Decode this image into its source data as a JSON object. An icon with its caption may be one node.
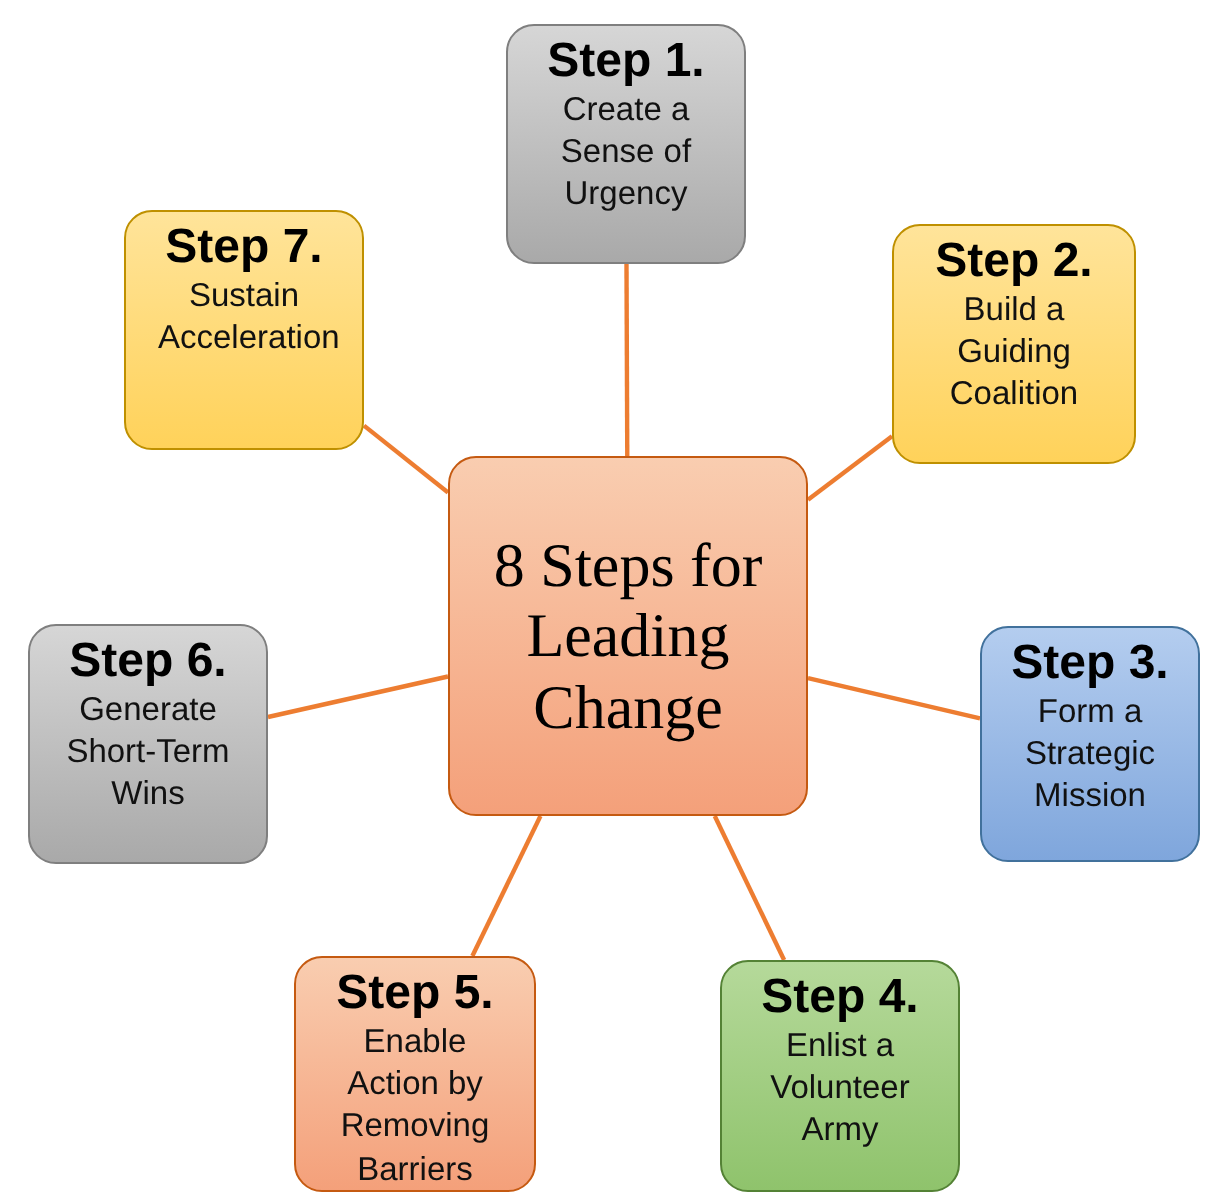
{
  "diagram": {
    "nodes": [
      {
        "text": [
          "8 Steps for Leading Change"
        ]
      },
      {
        "text": [
          "Step 1.",
          "Create a Sense of Urgency"
        ]
      },
      {
        "text": [
          "Step 2.",
          "Build a Guiding Coalition"
        ]
      },
      {
        "text": [
          "Step 3.",
          "Form a Strategic Mission"
        ]
      },
      {
        "text": [
          "Step 4.",
          "Enlist a Volunteer Army"
        ]
      },
      {
        "text": [
          "Step 5.",
          "Enable Action by Removing Barriers"
        ]
      },
      {
        "text": [
          "Step 6.",
          "Generate Short-Term Wins"
        ]
      },
      {
        "text": [
          "Step 7.",
          "Sustain Acceleration"
        ]
      }
    ],
    "edges": [
      {
        "from": 0,
        "to": 1,
        "arrow": "none"
      },
      {
        "from": 0,
        "to": 2,
        "arrow": "none"
      },
      {
        "from": 0,
        "to": 3,
        "arrow": "none"
      },
      {
        "from": 0,
        "to": 4,
        "arrow": "none"
      },
      {
        "from": 0,
        "to": 5,
        "arrow": "none"
      },
      {
        "from": 0,
        "to": 6,
        "arrow": "none"
      },
      {
        "from": 0,
        "to": 7,
        "arrow": "none"
      }
    ]
  }
}
